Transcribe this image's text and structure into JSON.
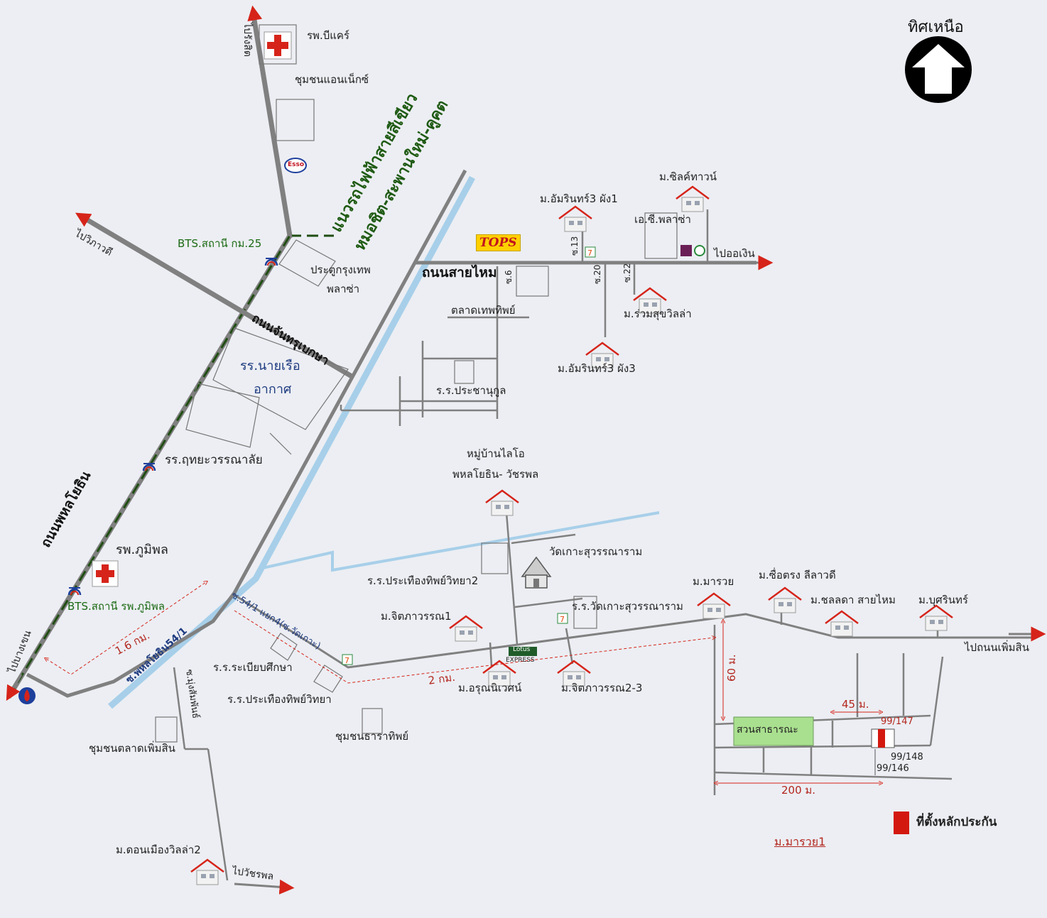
{
  "north": {
    "label": "ทิศเหนือ"
  },
  "roads": {
    "phahonyothin": "ถนนพหลโยธิน",
    "chan": "ถนนจันทรุเบกษา",
    "saimai": "ถนนสายไหม",
    "phahon541": "ซ.พหลโยธิน54/1",
    "branch4": "ซ.54/1 แยก4(ซ.วัดเกาะ)",
    "rangsit": "ไปรังสิต",
    "vibhavadi": "ไปวิภาวดี",
    "bangkhen": "ไปบางเขน",
    "ongen": "ไปออเงิน",
    "phermsin_road": "ไปถนนเพิ่มสิน",
    "watcharaphon": "ไปวัชรพล",
    "muangsap": "ซ.มุ่งสัมพันธ์"
  },
  "train": {
    "line1": "แนวรถไฟฟ้าสายสีเขียว",
    "line2": "หมอชิต-สะพานใหม่-คูคต"
  },
  "stations": {
    "km25": "BTS.สถานี กม.25",
    "bhumibol": "BTS.สถานี รพ.ภูมิพล"
  },
  "places": {
    "bcare": "รพ.บีแคร์",
    "annex": "ชุมชนแอนเน็กซ์",
    "gate": "ประตูกรุงเทพ",
    "gate2": "พลาซ่า",
    "airforce1": "รร.นายเรือ",
    "airforce2": "อากาศ",
    "ruthai": "รร.ฤทยะวรรณาลัย",
    "bhumibol_hosp": "รพ.ภูมิพล",
    "tops": "TOPS",
    "amarin1": "ม.อัมรินทร์3 ผัง1",
    "silk": "ม.ซิลค์ทาวน์",
    "ac_plaza": "เอ.ซี.พลาซ่า",
    "talad": "ตลาดเทพทิพย์",
    "ruamsuk": "ม.ร่วมสุขวิลล่า",
    "amarin3": "ม.อัมรินทร์3 ผัง3",
    "prachanukul": "ร.ร.ประชานุกูล",
    "laio1": "หมู่บ้านไลโอ",
    "laio2": "พหลโยธิน- วัชรพล",
    "wat": "วัดเกาะสุวรรณาราม",
    "pratueng2": "ร.ร.ประเทืองทิพย์วิทยา2",
    "jitpawan1": "ม.จิตภาวรรณ1",
    "watschool": "ร.ร.วัดเกาะสุวรรณาราม",
    "marouay": "ม.มารวย",
    "suetrong": "ม.ซื่อตรง ลีลาวดี",
    "chonlada": "ม.ชลลดา สายไหม",
    "busarin": "ม.บุศรินทร์",
    "rabiab": "ร.ร.ระเบียบศึกษา",
    "pratueng": "ร.ร.ประเทืองทิพย์วิทยา",
    "arun": "ม.อรุณนิเวศน์",
    "jitpawan23": "ม.จิตภาวรรณ2-3",
    "thara": "ชุมชนธาราทิพย์",
    "phermsin": "ชุมชนตลาดเพิ่มสิน",
    "donmuang": "ม.ดอนเมืองวิลล่า2",
    "park": "สวนสาธารณะ",
    "marouay1": "ม.มารวย1",
    "lotus": "Lotus",
    "lotus_sub": "EXPRESS",
    "esso": "Esso"
  },
  "sois": {
    "s6": "ซ.6",
    "s13": "ซ.13",
    "s20": "ซ.20",
    "s22": "ซ.22"
  },
  "distances": {
    "d16": "1.6 กม.",
    "d2": "2 กม.",
    "d60": "60 ม.",
    "d45": "45 ม.",
    "d200": "200 ม."
  },
  "plots": {
    "p147": "99/147",
    "p148": "99/148",
    "p146": "99/146"
  },
  "legend": {
    "label": "ที่ตั้งหลักประกัน",
    "color": "#d3180f"
  }
}
